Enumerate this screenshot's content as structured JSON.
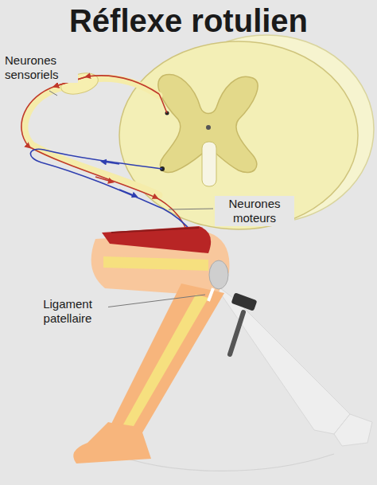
{
  "diagram": {
    "title": "Réflexe rotulien",
    "labels": [
      "Neurones sensoriels",
      "Neurones moteurs",
      "Ligament patellaire"
    ]
  }
}
